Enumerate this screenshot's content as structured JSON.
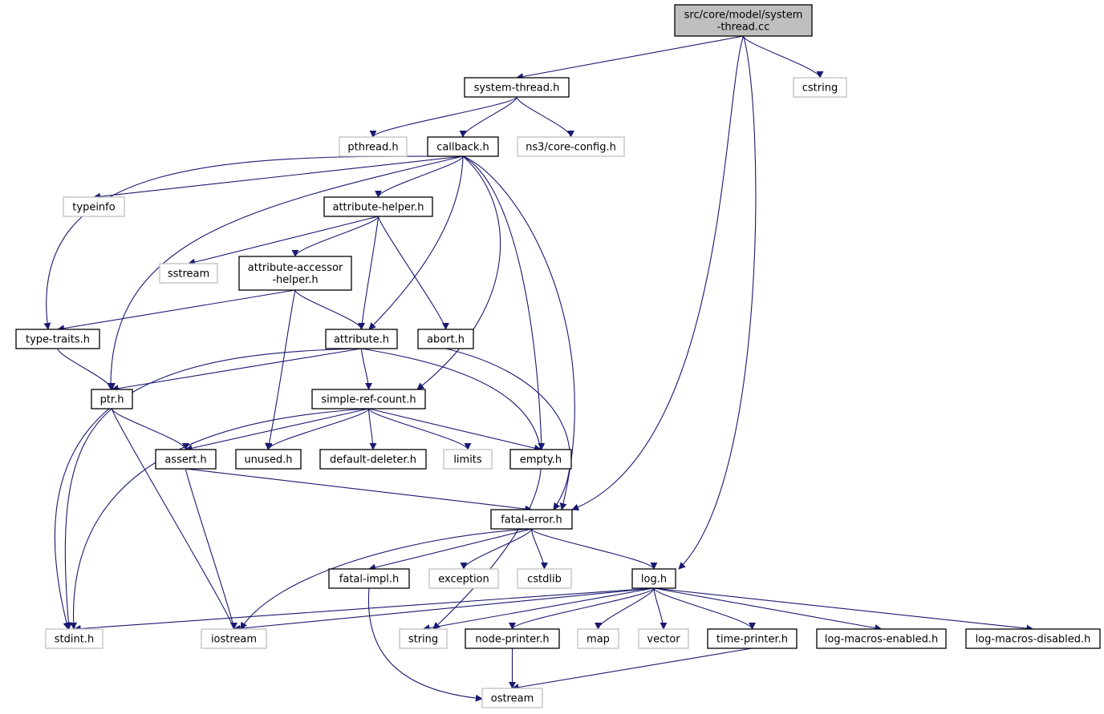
{
  "nodes": [
    {
      "id": "root",
      "kind": "root",
      "lines": [
        "src/core/model/system",
        "-thread.cc"
      ]
    },
    {
      "id": "system-thread",
      "kind": "internal",
      "lines": [
        "system-thread.h"
      ]
    },
    {
      "id": "cstring",
      "kind": "external",
      "lines": [
        "cstring"
      ]
    },
    {
      "id": "pthread",
      "kind": "external",
      "lines": [
        "pthread.h"
      ]
    },
    {
      "id": "callback",
      "kind": "internal",
      "lines": [
        "callback.h"
      ]
    },
    {
      "id": "core-config",
      "kind": "external",
      "lines": [
        "ns3/core-config.h"
      ]
    },
    {
      "id": "typeinfo",
      "kind": "external",
      "lines": [
        "typeinfo"
      ]
    },
    {
      "id": "attribute-helper",
      "kind": "internal",
      "lines": [
        "attribute-helper.h"
      ]
    },
    {
      "id": "sstream",
      "kind": "external",
      "lines": [
        "sstream"
      ]
    },
    {
      "id": "attribute-accessor-helper",
      "kind": "internal",
      "lines": [
        "attribute-accessor",
        "-helper.h"
      ]
    },
    {
      "id": "type-traits",
      "kind": "internal",
      "lines": [
        "type-traits.h"
      ]
    },
    {
      "id": "attribute",
      "kind": "internal",
      "lines": [
        "attribute.h"
      ]
    },
    {
      "id": "abort",
      "kind": "internal",
      "lines": [
        "abort.h"
      ]
    },
    {
      "id": "ptr",
      "kind": "internal",
      "lines": [
        "ptr.h"
      ]
    },
    {
      "id": "simple-ref-count",
      "kind": "internal",
      "lines": [
        "simple-ref-count.h"
      ]
    },
    {
      "id": "assert",
      "kind": "internal",
      "lines": [
        "assert.h"
      ]
    },
    {
      "id": "unused",
      "kind": "internal",
      "lines": [
        "unused.h"
      ]
    },
    {
      "id": "default-deleter",
      "kind": "internal",
      "lines": [
        "default-deleter.h"
      ]
    },
    {
      "id": "limits",
      "kind": "external",
      "lines": [
        "limits"
      ]
    },
    {
      "id": "empty",
      "kind": "internal",
      "lines": [
        "empty.h"
      ]
    },
    {
      "id": "fatal-error",
      "kind": "internal",
      "lines": [
        "fatal-error.h"
      ]
    },
    {
      "id": "fatal-impl",
      "kind": "internal",
      "lines": [
        "fatal-impl.h"
      ]
    },
    {
      "id": "exception",
      "kind": "external",
      "lines": [
        "exception"
      ]
    },
    {
      "id": "cstdlib",
      "kind": "external",
      "lines": [
        "cstdlib"
      ]
    },
    {
      "id": "log",
      "kind": "internal",
      "lines": [
        "log.h"
      ]
    },
    {
      "id": "stdint",
      "kind": "external",
      "lines": [
        "stdint.h"
      ]
    },
    {
      "id": "iostream",
      "kind": "external",
      "lines": [
        "iostream"
      ]
    },
    {
      "id": "string",
      "kind": "external",
      "lines": [
        "string"
      ]
    },
    {
      "id": "node-printer",
      "kind": "internal",
      "lines": [
        "node-printer.h"
      ]
    },
    {
      "id": "map",
      "kind": "external",
      "lines": [
        "map"
      ]
    },
    {
      "id": "vector",
      "kind": "external",
      "lines": [
        "vector"
      ]
    },
    {
      "id": "time-printer",
      "kind": "internal",
      "lines": [
        "time-printer.h"
      ]
    },
    {
      "id": "log-macros-enabled",
      "kind": "internal",
      "lines": [
        "log-macros-enabled.h"
      ]
    },
    {
      "id": "log-macros-disabled",
      "kind": "internal",
      "lines": [
        "log-macros-disabled.h"
      ]
    },
    {
      "id": "ostream",
      "kind": "external",
      "lines": [
        "ostream"
      ]
    }
  ],
  "edges": [
    [
      "root",
      "system-thread"
    ],
    [
      "root",
      "cstring"
    ],
    [
      "root",
      "fatal-error"
    ],
    [
      "root",
      "log"
    ],
    [
      "system-thread",
      "pthread"
    ],
    [
      "system-thread",
      "callback"
    ],
    [
      "system-thread",
      "core-config"
    ],
    [
      "callback",
      "typeinfo"
    ],
    [
      "callback",
      "attribute-helper"
    ],
    [
      "callback",
      "type-traits"
    ],
    [
      "callback",
      "ptr"
    ],
    [
      "callback",
      "attribute"
    ],
    [
      "callback",
      "simple-ref-count"
    ],
    [
      "callback",
      "empty"
    ],
    [
      "callback",
      "fatal-error"
    ],
    [
      "attribute-helper",
      "sstream"
    ],
    [
      "attribute-helper",
      "attribute-accessor-helper"
    ],
    [
      "attribute-helper",
      "attribute"
    ],
    [
      "attribute-helper",
      "abort"
    ],
    [
      "attribute-accessor-helper",
      "type-traits"
    ],
    [
      "attribute-accessor-helper",
      "attribute"
    ],
    [
      "attribute-accessor-helper",
      "unused"
    ],
    [
      "type-traits",
      "ptr"
    ],
    [
      "attribute",
      "ptr"
    ],
    [
      "attribute",
      "simple-ref-count"
    ],
    [
      "attribute",
      "stdint"
    ],
    [
      "attribute",
      "string"
    ],
    [
      "abort",
      "fatal-error"
    ],
    [
      "ptr",
      "assert"
    ],
    [
      "ptr",
      "stdint"
    ],
    [
      "ptr",
      "iostream"
    ],
    [
      "simple-ref-count",
      "assert"
    ],
    [
      "simple-ref-count",
      "unused"
    ],
    [
      "simple-ref-count",
      "default-deleter"
    ],
    [
      "simple-ref-count",
      "limits"
    ],
    [
      "simple-ref-count",
      "empty"
    ],
    [
      "simple-ref-count",
      "stdint"
    ],
    [
      "assert",
      "fatal-error"
    ],
    [
      "assert",
      "iostream"
    ],
    [
      "fatal-error",
      "fatal-impl"
    ],
    [
      "fatal-error",
      "exception"
    ],
    [
      "fatal-error",
      "cstdlib"
    ],
    [
      "fatal-error",
      "log"
    ],
    [
      "fatal-error",
      "iostream"
    ],
    [
      "fatal-impl",
      "ostream"
    ],
    [
      "log",
      "stdint"
    ],
    [
      "log",
      "iostream"
    ],
    [
      "log",
      "string"
    ],
    [
      "log",
      "node-printer"
    ],
    [
      "log",
      "map"
    ],
    [
      "log",
      "vector"
    ],
    [
      "log",
      "time-printer"
    ],
    [
      "log",
      "log-macros-enabled"
    ],
    [
      "log",
      "log-macros-disabled"
    ],
    [
      "node-printer",
      "ostream"
    ],
    [
      "time-printer",
      "ostream"
    ]
  ],
  "colors": {
    "edge": "#191970",
    "root_fill": "#bfbfbf",
    "internal_border": "#000000",
    "external_border": "#bfbfbf"
  }
}
